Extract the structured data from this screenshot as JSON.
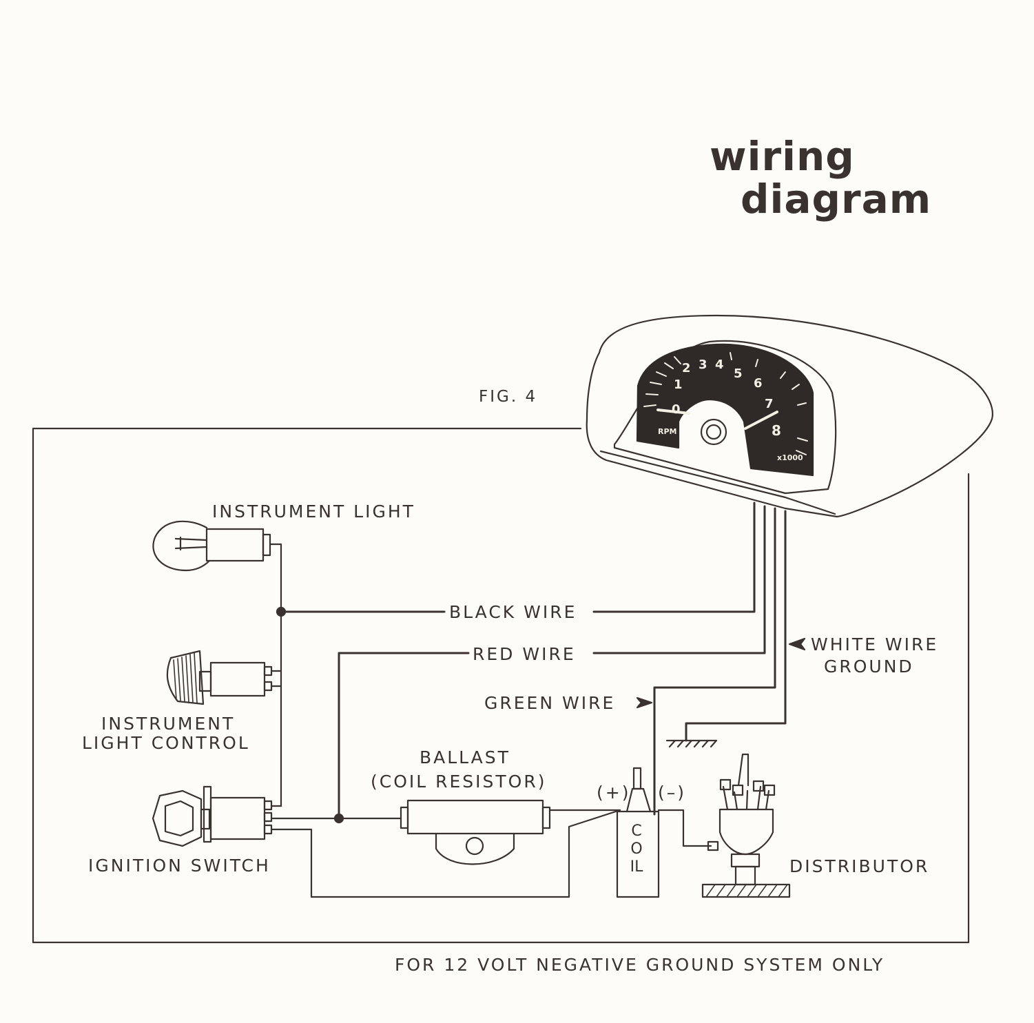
{
  "title": {
    "line1": "wiring",
    "line2": "diagram"
  },
  "figure": "FIG. 4",
  "tachometer": {
    "dial_numbers": [
      "0",
      "1",
      "2",
      "3",
      "4",
      "5",
      "6",
      "7",
      "8"
    ],
    "unit": "RPM",
    "multiplier": "x1000"
  },
  "components": {
    "instrument_light": "INSTRUMENT LIGHT",
    "instrument_light_control_1": "INSTRUMENT",
    "instrument_light_control_2": "LIGHT CONTROL",
    "ignition_switch": "IGNITION SWITCH",
    "ballast_1": "BALLAST",
    "ballast_2": "(COIL  RESISTOR)",
    "coil": "COIL",
    "coil_positive": "(+)",
    "coil_negative": "(–)",
    "distributor": "DISTRIBUTOR"
  },
  "wires": {
    "black": "BLACK WIRE",
    "red": "RED WIRE",
    "green": "GREEN WIRE",
    "white_1": "WHITE WIRE",
    "white_2": "GROUND"
  },
  "footer": "FOR 12 VOLT NEGATIVE GROUND SYSTEM ONLY",
  "colors": {
    "ink": "#3a322e",
    "paper": "#fdfcf8",
    "dial_face": "#2f2a27"
  }
}
